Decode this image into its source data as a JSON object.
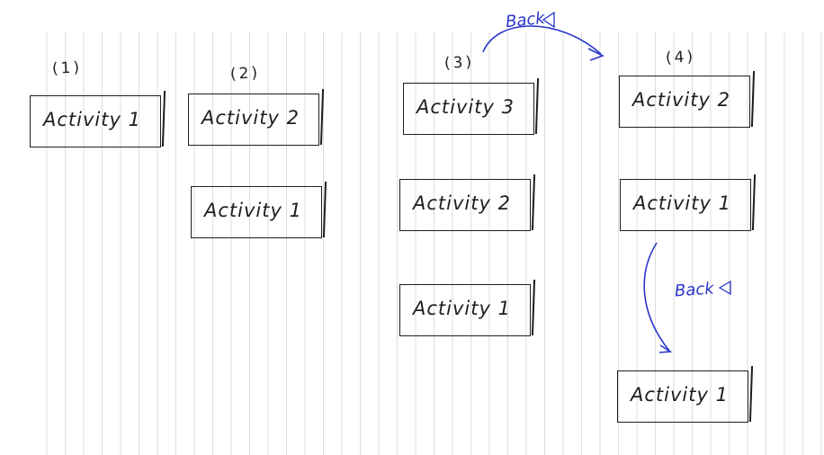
{
  "columns": [
    {
      "label": "(1)",
      "boxes": [
        "Activity 1"
      ]
    },
    {
      "label": "(2)",
      "boxes": [
        "Activity 2",
        "Activity 1"
      ]
    },
    {
      "label": "(3)",
      "boxes": [
        "Activity 3",
        "Activity 2",
        "Activity 1"
      ]
    },
    {
      "label": "(4)",
      "boxes": [
        "Activity 2",
        "Activity 1",
        "Activity 1"
      ]
    }
  ],
  "annotations": {
    "back_top": "Back",
    "back_side": "Back"
  },
  "colors": {
    "ink": "#1e1e1e",
    "annotation": "#2a36c8",
    "ruling": "#dcdcdc"
  }
}
